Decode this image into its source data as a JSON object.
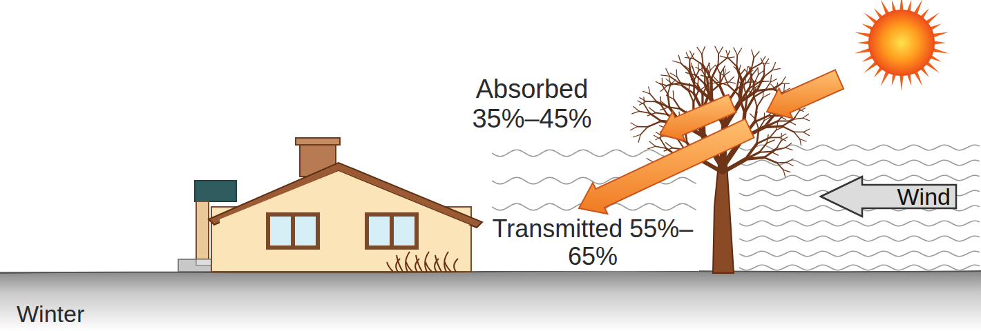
{
  "diagram": {
    "nodes": [
      {
        "text": [
          "Wind"
        ]
      }
    ],
    "labels": [
      "Absorbed 35%–45%",
      "Transmitted 55%–65%",
      "Winter"
    ]
  }
}
